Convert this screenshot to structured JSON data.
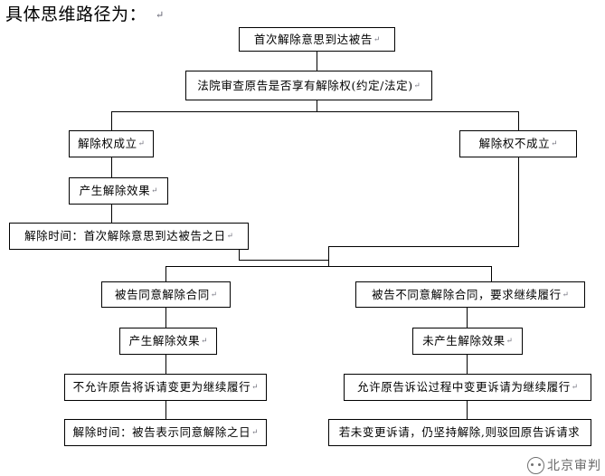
{
  "page": {
    "heading": "具体思维路径为：",
    "pilcrow": "↵",
    "background_color": "#ffffff",
    "line_color": "#000000"
  },
  "watermark": {
    "text": "北京审判",
    "logo_icon": "circle-logo-icon"
  },
  "flowchart": {
    "type": "flowchart",
    "nodes": [
      {
        "id": "n1",
        "label": "首次解除意思到达被告",
        "pilcrow": "↵"
      },
      {
        "id": "n2",
        "label": "法院审查原告是否享有解除权(约定/法定)",
        "pilcrow": "↵"
      },
      {
        "id": "n3",
        "label": "解除权成立",
        "pilcrow": "↵"
      },
      {
        "id": "n4",
        "label": "解除权不成立",
        "pilcrow": "↵"
      },
      {
        "id": "n5",
        "label": "产生解除效果",
        "pilcrow": "↵"
      },
      {
        "id": "n6",
        "label": "解除时间：首次解除意思到达被告之日",
        "pilcrow": "↵"
      },
      {
        "id": "n7",
        "label": "被告同意解除合同",
        "pilcrow": "↵"
      },
      {
        "id": "n8",
        "label": "被告不同意解除合同，要求继续履行",
        "pilcrow": "↵"
      },
      {
        "id": "n9",
        "label": "产生解除效果",
        "pilcrow": "↵"
      },
      {
        "id": "n10",
        "label": "未产生解除效果",
        "pilcrow": "↵"
      },
      {
        "id": "n11",
        "label": "不允许原告将诉请变更为继续履行",
        "pilcrow": "↵"
      },
      {
        "id": "n12",
        "label": "允许原告诉讼过程中变更诉请为继续履行",
        "pilcrow": "↵"
      },
      {
        "id": "n13",
        "label": "解除时间：被告表示同意解除之日",
        "pilcrow": "↵"
      },
      {
        "id": "n14",
        "label": "若未变更诉请，仍坚持解除,则驳回原告诉请求",
        "pilcrow": ""
      }
    ],
    "edges": [
      {
        "from": "n1",
        "to": "n2"
      },
      {
        "from": "n2",
        "to": "n3"
      },
      {
        "from": "n2",
        "to": "n4"
      },
      {
        "from": "n3",
        "to": "n5"
      },
      {
        "from": "n5",
        "to": "n6"
      },
      {
        "from": "n6",
        "to": "n7"
      },
      {
        "from": "n6",
        "to": "n8"
      },
      {
        "from": "n4",
        "to": "n7"
      },
      {
        "from": "n4",
        "to": "n8"
      },
      {
        "from": "n7",
        "to": "n9"
      },
      {
        "from": "n9",
        "to": "n11"
      },
      {
        "from": "n11",
        "to": "n13"
      },
      {
        "from": "n8",
        "to": "n10"
      },
      {
        "from": "n10",
        "to": "n12"
      },
      {
        "from": "n12",
        "to": "n14"
      }
    ]
  }
}
